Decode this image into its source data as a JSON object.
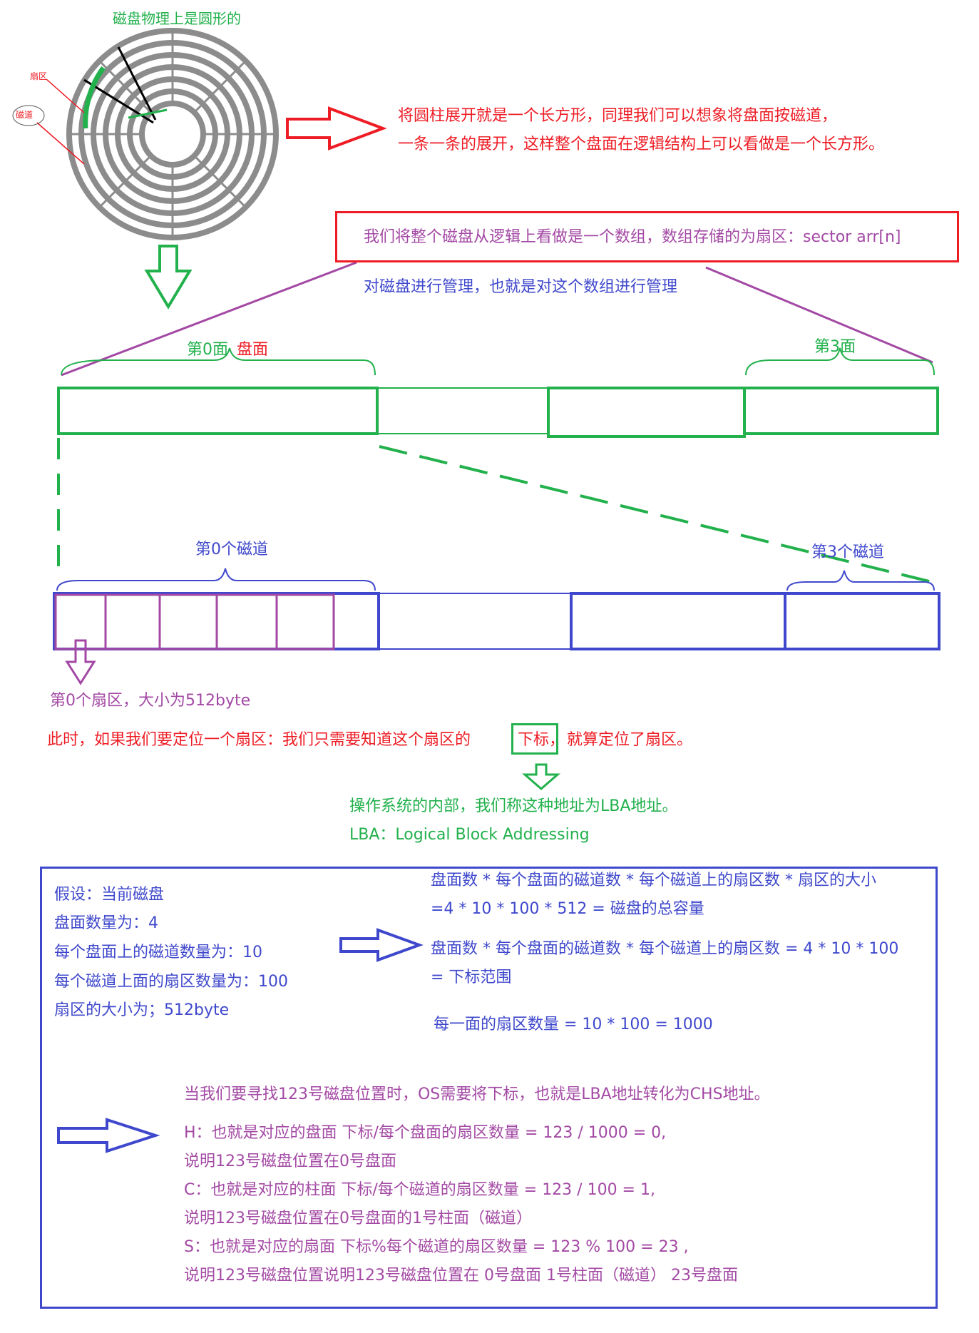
{
  "disk_round_label": "磁盘物理上是圆形的",
  "sector_label": "扇区",
  "track_label": "磁道",
  "unroll_text": [
    "将圆柱展开就是一个长方形，同理我们可以想象将盘面按磁道，",
    "一条一条的展开，这样整个盘面在逻辑结构上可以看做是一个长方形。"
  ],
  "array_box_text": "我们将整个磁盘从逻辑上看做是一个数组，数组存储的为扇区：sector arr[n]",
  "manage_text": "对磁盘进行管理，也就是对这个数组进行管理",
  "surface0_label": "第0面",
  "surface0_suffix": "盘面",
  "surface3_label": "第3面",
  "track0_label": "第0个磁道",
  "track3_label": "第3个磁道",
  "sector0_text": "第0个扇区，大小为512byte",
  "locate_text_a": "此时，如果我们要定位一个扇区：我们只需要知道这个扇区的",
  "locate_index": "下标，",
  "locate_text_b": "就算定位了扇区。",
  "lba_text": "操作系统的内部，我们称这种地址为LBA地址。",
  "lba_full": "LBA：Logical Block Addressing",
  "assume_lines": [
    "假设：当前磁盘",
    "盘面数量为：4",
    "每个盘面上的磁道数量为：10",
    "每个磁道上面的扇区数量为：100",
    "扇区的大小为；512byte"
  ],
  "calc_lines": [
    "盘面数 * 每个盘面的磁道数 * 每个磁道上的扇区数 * 扇区的大小",
    "=4 * 10 * 100 * 512 = 磁盘的总容量",
    "盘面数 * 每个盘面的磁道数 * 每个磁道上的扇区数 = 4 * 10 * 100",
    " = 下标范围",
    "每一面的扇区数量 = 10 * 100 = 1000"
  ],
  "chs_intro": "当我们要寻找123号磁盘位置时，OS需要将下标，也就是LBA地址转化为CHS地址。",
  "chs_lines": [
    "H：也就是对应的盘面        下标/每个盘面的扇区数量 = 123 / 1000 = 0,",
    " 说明123号磁盘位置在0号盘面",
    "C：也就是对应的柱面        下标/每个磁道的扇区数量 = 123 / 100 = 1,",
    "说明123号磁盘位置在0号盘面的1号柱面（磁道）",
    "S：也就是对应的扇面        下标%每个磁道的扇区数量 = 123 % 100 = 23 ,",
    "说明123号磁盘位置说明123号磁盘位置在    0号盘面    1号柱面（磁道）  23号盘面"
  ],
  "colors": {
    "red": "#ee1c24",
    "green": "#22b14c",
    "blue": "#3f48cc",
    "purple": "#a349a4",
    "gray": "#8c8c8c"
  }
}
